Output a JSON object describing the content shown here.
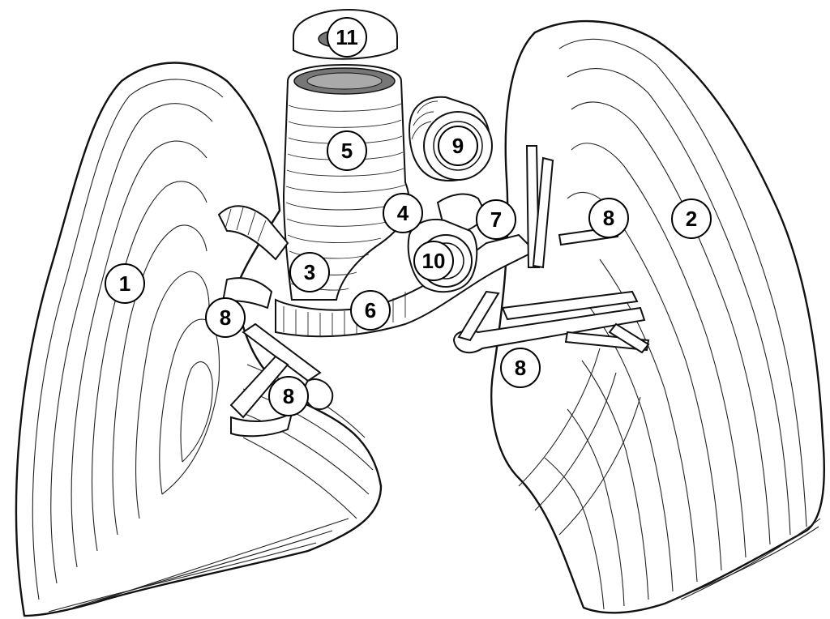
{
  "labels": [
    "1",
    "2",
    "3",
    "4",
    "5",
    "6",
    "7",
    "8",
    "8",
    "8",
    "8",
    "9",
    "10",
    "11"
  ]
}
